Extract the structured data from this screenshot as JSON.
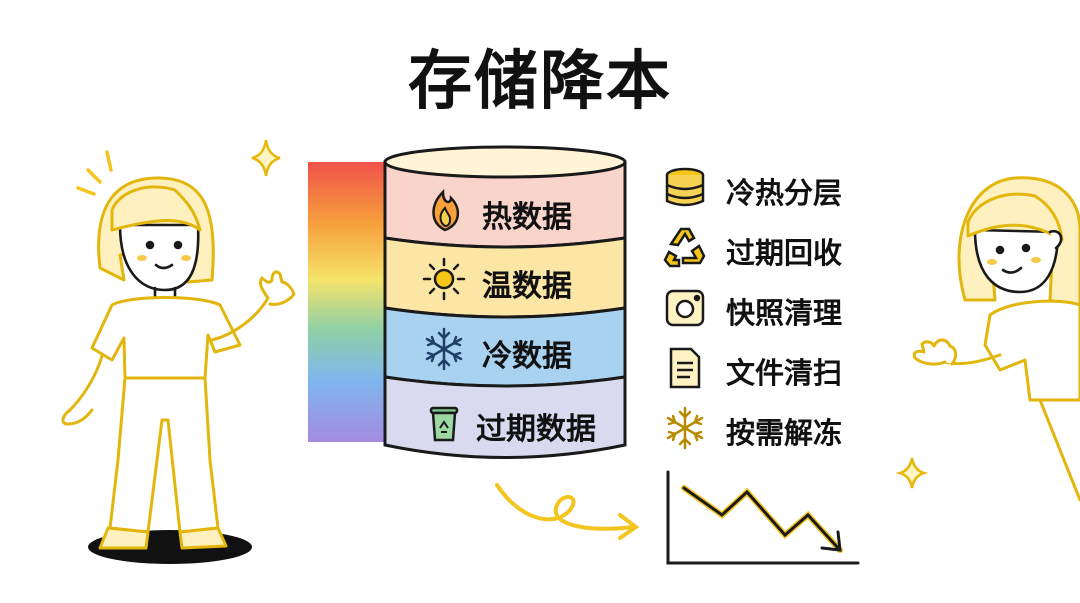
{
  "title": "存储降本",
  "layers": [
    {
      "label": "热数据",
      "icon": "flame-icon",
      "color": "#f9d4cb"
    },
    {
      "label": "温数据",
      "icon": "sun-icon",
      "color": "#fbe6a6"
    },
    {
      "label": "冷数据",
      "icon": "snowflake-icon",
      "color": "#a9d2f0"
    },
    {
      "label": "过期数据",
      "icon": "recycle-bin-icon",
      "color": "#d9daf0"
    }
  ],
  "features": [
    {
      "label": "冷热分层",
      "icon": "database-icon"
    },
    {
      "label": "过期回收",
      "icon": "recycle-arrows-icon"
    },
    {
      "label": "快照清理",
      "icon": "snapshot-icon"
    },
    {
      "label": "文件清扫",
      "icon": "document-icon"
    },
    {
      "label": "按需解冻",
      "icon": "snowflake-icon"
    }
  ],
  "colors": {
    "accent": "#f4c51f",
    "outline": "#1a1a1a"
  }
}
